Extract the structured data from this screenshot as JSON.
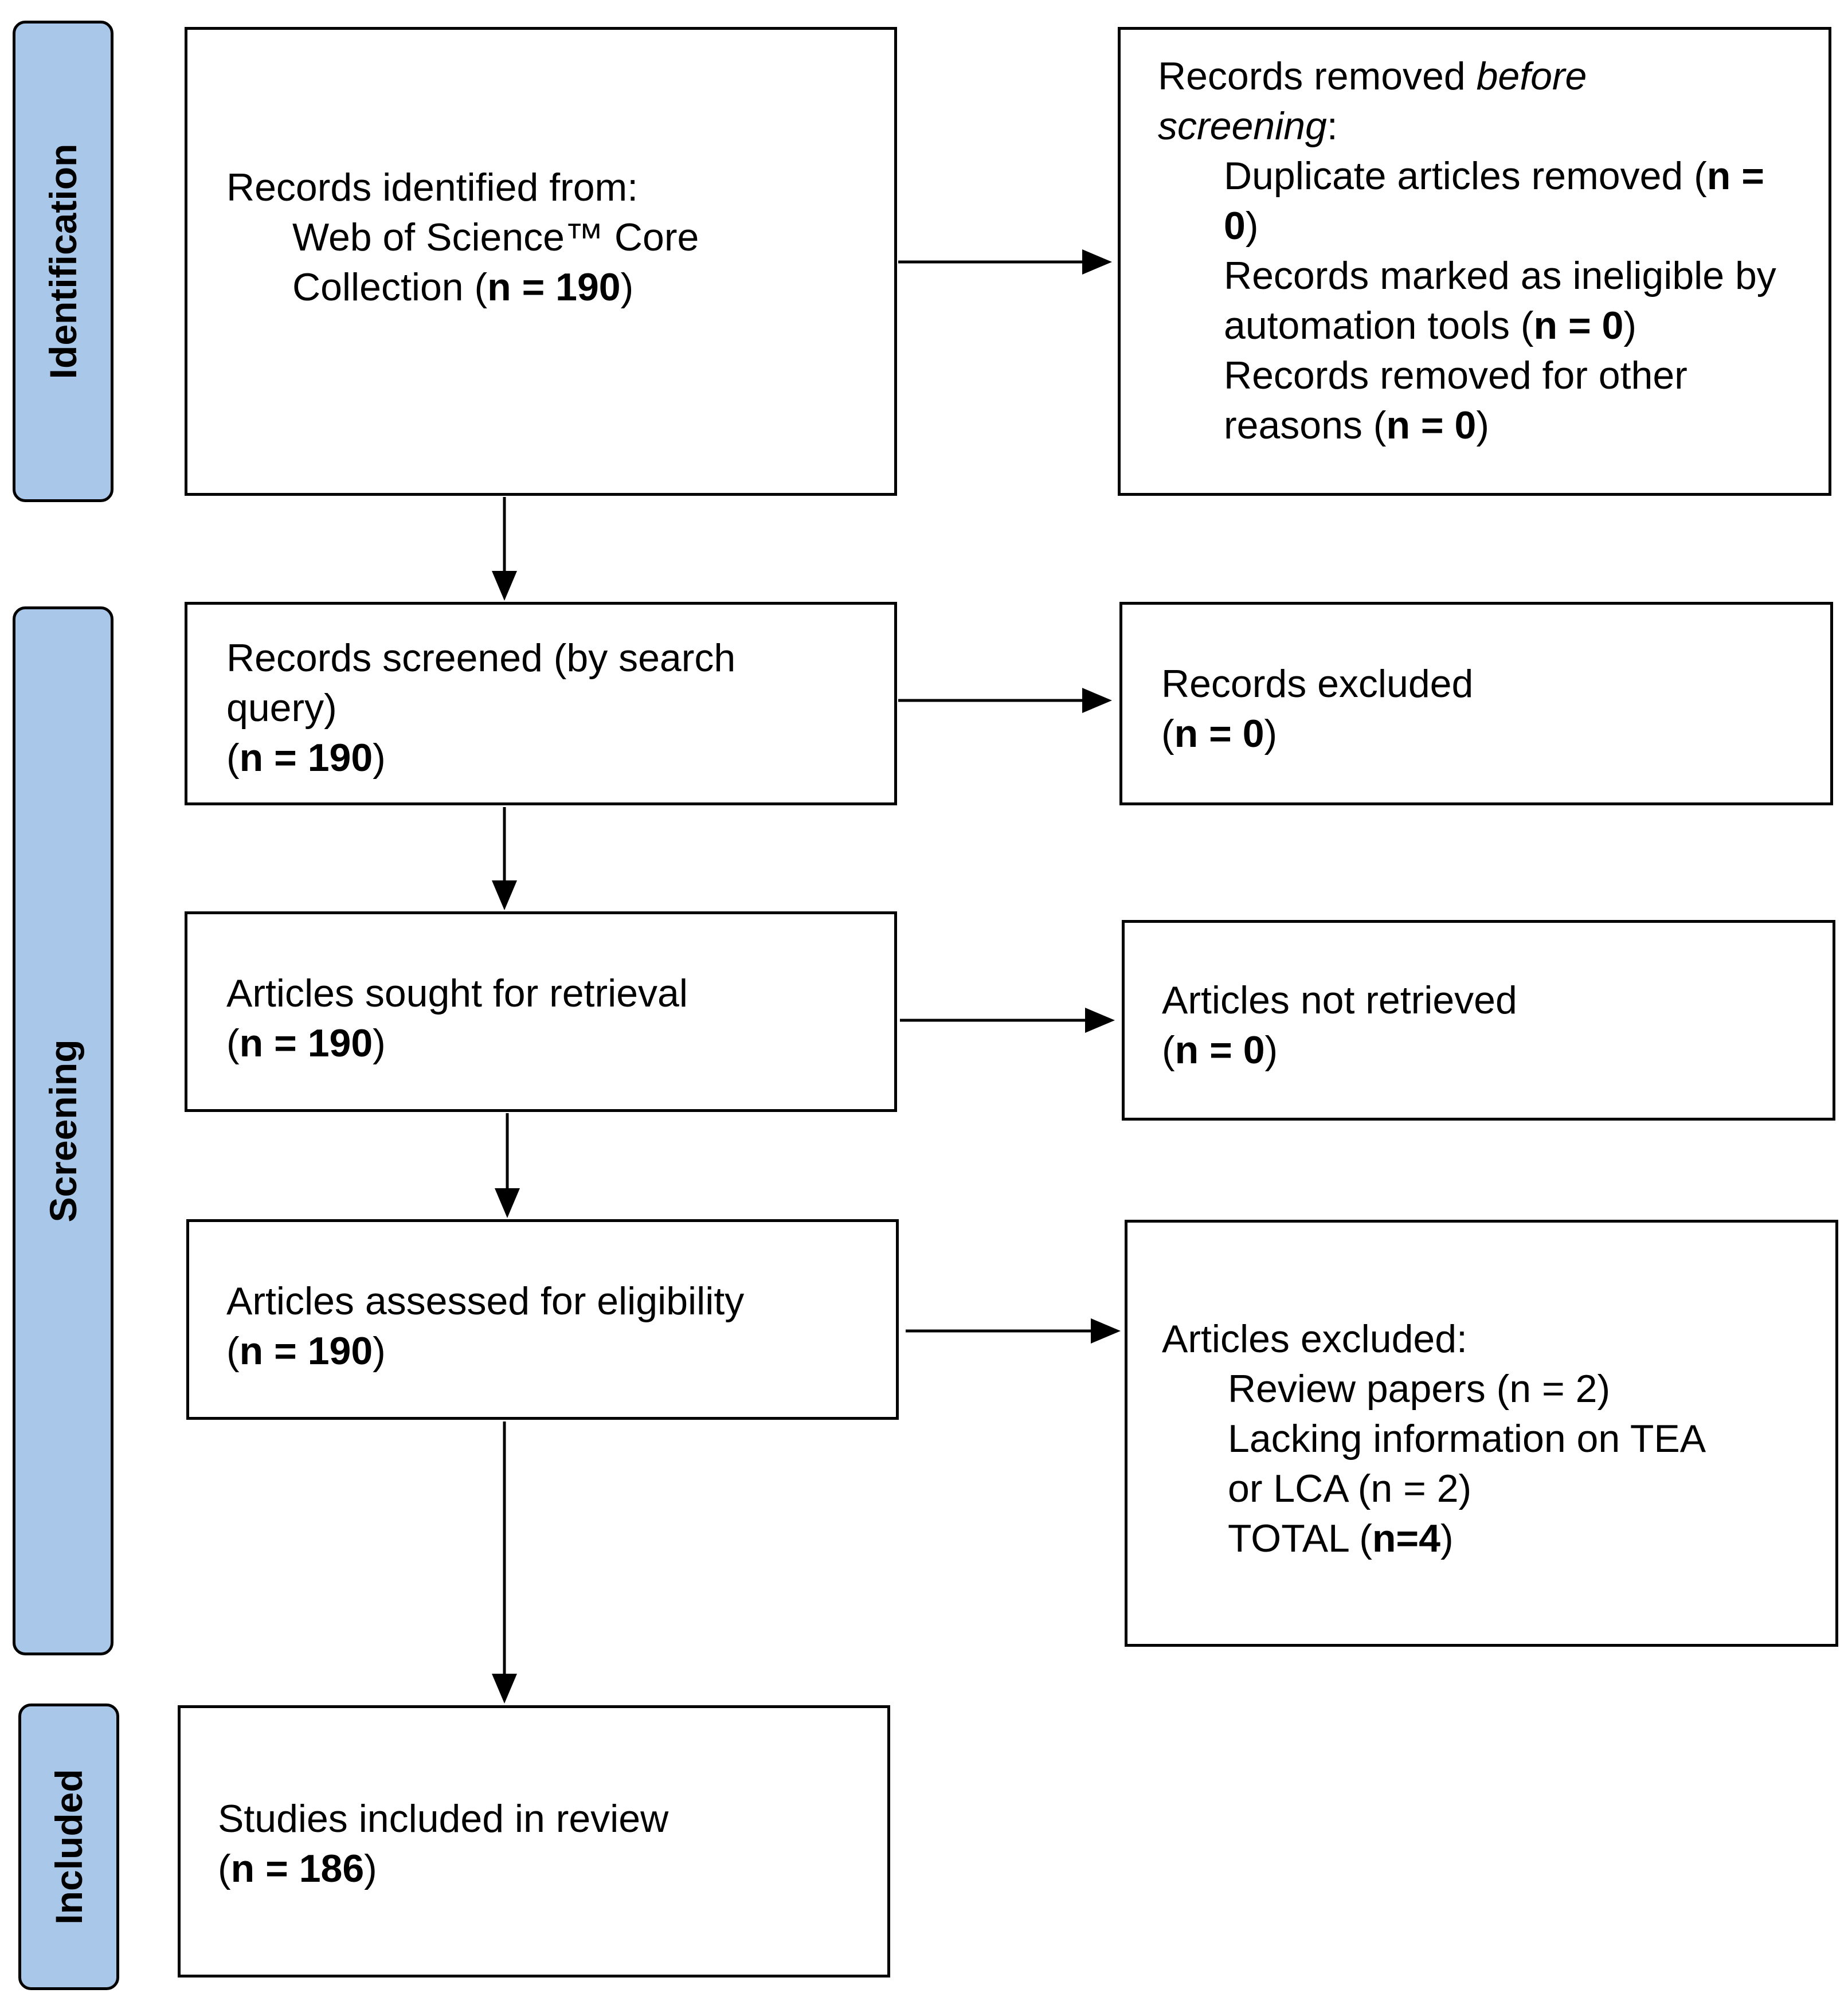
{
  "stages": {
    "identification": "Identification",
    "screening": "Screening",
    "included": "Included"
  },
  "identified": {
    "heading": "Records identified from:",
    "source_line1": "Web of Science™ Core",
    "source_line2": "Collection (",
    "count": "n = 190",
    "close": ")"
  },
  "removed_before": {
    "heading_prefix": "Records removed ",
    "heading_italic": "before screening",
    "heading_suffix": ":",
    "duplicates_label": "Duplicate articles removed (",
    "duplicates_count": "n = 0",
    "ineligible_label": "Records marked as ineligible by automation tools (",
    "ineligible_count": "n = 0",
    "other_label": "Records removed for other reasons (",
    "other_count": "n = 0",
    "close": ")"
  },
  "screened": {
    "line1": "Records screened (by search",
    "line2": "query)",
    "open": "(",
    "count": "n = 190",
    "close": ")"
  },
  "excluded_records": {
    "line1": "Records excluded",
    "open": "(",
    "count": "n = 0",
    "close": ")"
  },
  "sought": {
    "line1": "Articles sought for retrieval",
    "open": "(",
    "count": "n = 190",
    "close": ")"
  },
  "not_retrieved": {
    "line1": "Articles not retrieved",
    "open": "(",
    "count": "n = 0",
    "close": ")"
  },
  "assessed": {
    "line1": "Articles assessed for eligibility",
    "open": "(",
    "count": "n = 190",
    "close": ")"
  },
  "articles_excluded": {
    "heading": "Articles excluded:",
    "review": "Review papers (n = 2)",
    "lacking_line1": "Lacking information on TEA",
    "lacking_line2": "or LCA (n = 2)",
    "total_label": "TOTAL (",
    "total_count": "n=4",
    "close": ")"
  },
  "included": {
    "line1": "Studies included in review",
    "open": "(",
    "count": "n = 186",
    "close": ")"
  }
}
